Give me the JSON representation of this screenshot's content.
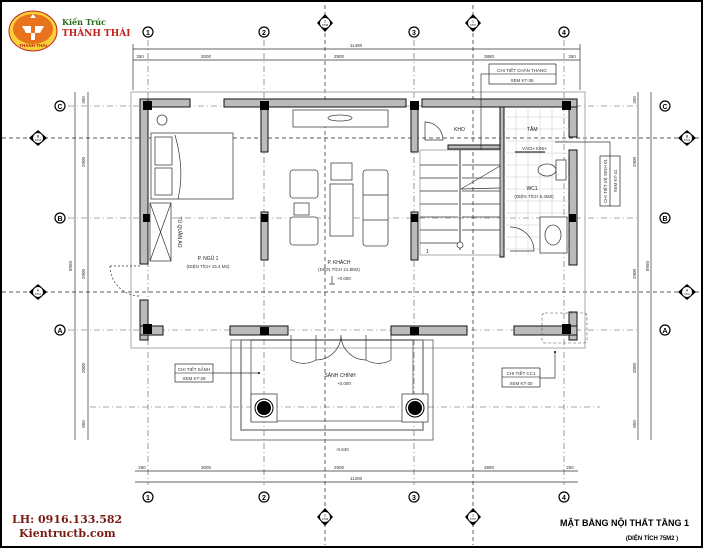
{
  "logo": {
    "line1": "Kiến Trúc",
    "line2": "THÀNH THÁI",
    "badge": "THÀNH THÁI"
  },
  "contact": {
    "phone": "LH: 0916.133.582",
    "website": "Kientructb.com"
  },
  "title": {
    "main": "MẶT BẰNG NỘI THẤT TẦNG 1",
    "sub": "(DIỆN TÍCH 75M2 )"
  },
  "axes": {
    "vertical": [
      "1",
      "2",
      "3",
      "4"
    ],
    "horizontal": [
      "C",
      "B",
      "A"
    ]
  },
  "sections": {
    "s1": "1",
    "s1_ref": "KT07",
    "s2": "2",
    "s2_ref": "KT08",
    "sA": "A",
    "sA_ref": "KT11",
    "sB": "B",
    "sB_ref": "KT12"
  },
  "dims_top": {
    "total": "11480",
    "segments": [
      "350",
      "3000",
      "2900",
      "3880",
      "350"
    ]
  },
  "dims_bottom": {
    "total": "11280",
    "segments": [
      "250",
      "3000",
      "2900",
      "3880",
      "250"
    ]
  },
  "dims_left": {
    "total": "8950",
    "segments": [
      "350",
      "2900",
      "2900",
      "2000",
      "850"
    ]
  },
  "dims_right": {
    "total": "8950",
    "segments": [
      "350",
      "2900",
      "2900",
      "2000",
      "850"
    ]
  },
  "rooms": {
    "bedroom": {
      "name": "P. NGỦ 1",
      "area": "(DIỆN TÍCH 15.4 M2)",
      "wardrobe": "TỦ QUẦN ÁO"
    },
    "living": {
      "name": "P. KHÁCH",
      "area": "(DIỆN TÍCH 21.8M2)",
      "level": "+0.000"
    },
    "storage": {
      "name": "KHO"
    },
    "shower": {
      "name": "TẮM",
      "glass": "VÁCH KÍNH"
    },
    "wc": {
      "name": "WC1",
      "area": "(DIỆN TÍCH 5.4M2)"
    },
    "lobby": {
      "name": "SẢNH CHÍNH",
      "level": "+0.000"
    },
    "stair_step": "1",
    "ground_level": "-0.640"
  },
  "callouts": [
    {
      "title": "CHI TIẾT CHÂN THANG",
      "ref": "XEM KT-36"
    },
    {
      "title": "CHI TIẾT SẢNH",
      "ref": "XEM KT-28"
    },
    {
      "title": "CHI TIẾT CC1",
      "ref": "XEM KT-30"
    },
    {
      "title": "CHI TIẾT VỆ SINH 01",
      "ref": "XEM KT-41"
    }
  ],
  "colors": {
    "logo_orange": "#e8731c",
    "logo_yellow": "#f5d23a",
    "logo_red": "#c0201a",
    "contact": "#7a1b12"
  }
}
